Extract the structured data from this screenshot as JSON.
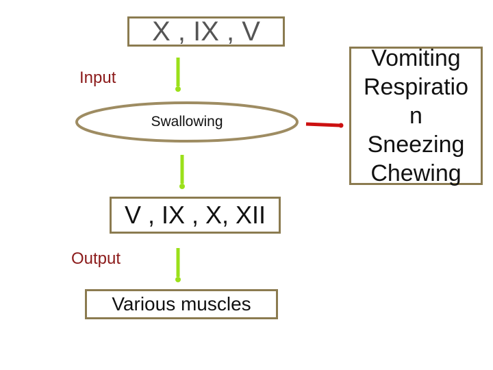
{
  "top_box": {
    "text": "X , IX , V"
  },
  "input_label": "Input",
  "ellipse": {
    "text": "Swallowing"
  },
  "middle_box": {
    "text": "V , IX , X, XII"
  },
  "output_label": "Output",
  "bottom_box": {
    "text": "Various  muscles"
  },
  "effects": [
    "Vomiting",
    "Respiratio",
    "n",
    "Sneezing",
    "Chewing"
  ],
  "colors": {
    "green_arrow": "#9be01a",
    "red_arrow": "#cc1111",
    "box_border": "#8b7b50",
    "ellipse_stroke": "#9e8c62",
    "label_red": "#8b1a1a"
  }
}
